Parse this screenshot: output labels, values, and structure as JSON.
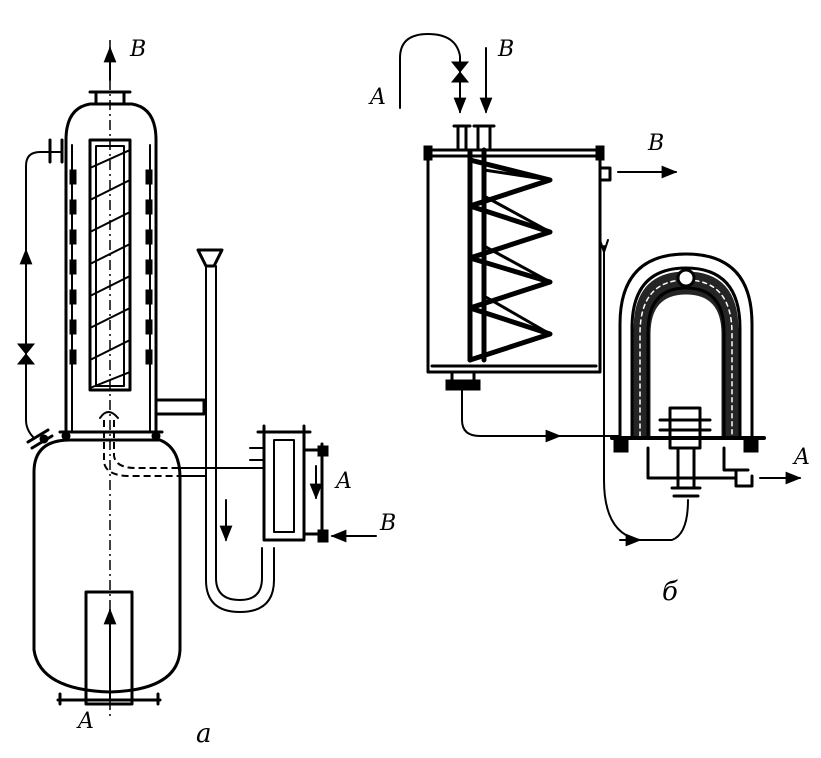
{
  "labels": {
    "a_top_steam": "B",
    "a_bottom_inlet": "A",
    "a_cooler_outlet": "A",
    "a_cooler_inlet": "B",
    "b_top_inlet": "A",
    "b_top_water": "B",
    "b_right_outlet": "B",
    "b_bottom_outlet": "A"
  },
  "captions": {
    "a": "а",
    "b": "б"
  },
  "colors": {
    "ink": "#000000",
    "paper": "#ffffff"
  }
}
